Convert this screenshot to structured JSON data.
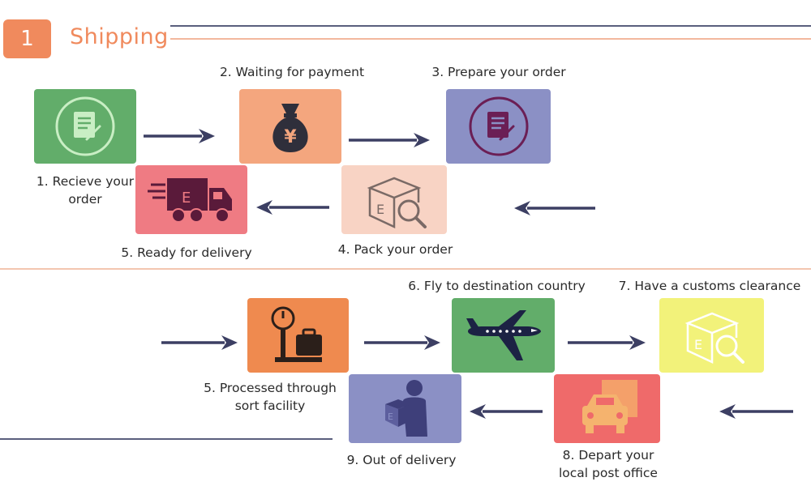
{
  "header": {
    "badge": "1",
    "title": "Shipping"
  },
  "steps": [
    {
      "label": "1. Recieve your\norder",
      "icon": "document-icon",
      "color": "#62ad6a"
    },
    {
      "label": "2. Waiting for payment",
      "icon": "money-bag-icon",
      "color": "#f4a67e"
    },
    {
      "label": "3. Prepare your order",
      "icon": "document-icon",
      "color": "#8b90c5"
    },
    {
      "label": "4. Pack your order",
      "icon": "package-search-icon",
      "color": "#f8d3c4"
    },
    {
      "label": "5. Ready for delivery",
      "icon": "delivery-truck-icon",
      "color": "#ef7b83"
    },
    {
      "label": "5. Processed through\nsort facility",
      "icon": "weighing-scale-icon",
      "color": "#ef8a4f"
    },
    {
      "label": "6. Fly to destination country",
      "icon": "airplane-icon",
      "color": "#62ad6a"
    },
    {
      "label": "7. Have a customs clearance",
      "icon": "package-search-icon",
      "color": "#f2f27a"
    },
    {
      "label": "8. Depart your\nlocal post office",
      "icon": "car-icon",
      "color": "#ef6a6a"
    },
    {
      "label": "9. Out of delivery",
      "icon": "courier-icon",
      "color": "#8b90c5"
    }
  ],
  "colors": {
    "accent": "#f08a5d",
    "arrow": "#3c3f63",
    "rule_dark": "#5a5f7d",
    "rule_light": "#f3c6b0"
  }
}
